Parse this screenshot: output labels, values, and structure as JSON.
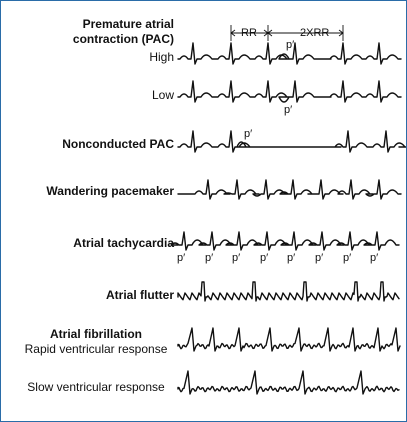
{
  "strips": [
    {
      "id": "pac-high",
      "title": "Premature atrial\ncontraction (PAC)",
      "subtitle": "High"
    },
    {
      "id": "pac-low",
      "title": "",
      "subtitle": "Low"
    },
    {
      "id": "nonconducted-pac",
      "title": "Nonconducted PAC",
      "subtitle": ""
    },
    {
      "id": "wandering-pacemaker",
      "title": "Wandering pacemaker",
      "subtitle": ""
    },
    {
      "id": "atrial-tachycardia",
      "title": "Atrial tachycardia",
      "subtitle": ""
    },
    {
      "id": "atrial-flutter",
      "title": "Atrial flutter",
      "subtitle": ""
    },
    {
      "id": "atrial-fibrillation-rapid",
      "title": "Atrial fibrillation",
      "subtitle": "Rapid ventricular response"
    },
    {
      "id": "atrial-fibrillation-slow",
      "title": "",
      "subtitle": "Slow ventricular response"
    }
  ],
  "annotations": {
    "rr": "RR",
    "two_rr": "2XRR",
    "p_prime": "p′"
  }
}
